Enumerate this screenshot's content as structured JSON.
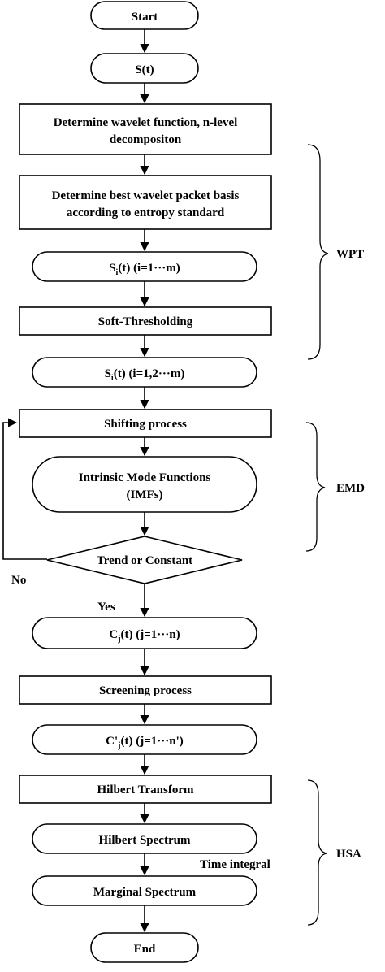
{
  "nodes": {
    "start": "Start",
    "st": "S(t)",
    "wavelet_line1": "Determine wavelet function, n-level",
    "wavelet_line2": "decompositon",
    "basis_line1": "Determine best wavelet packet basis",
    "basis_line2": "according to entropy standard",
    "si1_pre": "S",
    "si1_sub": "i",
    "si1_post": "(t) (i=1···m)",
    "soft": "Soft-Thresholding",
    "si2_pre": "S",
    "si2_sub": "i",
    "si2_post": "(t) (i=1,2···m)",
    "shifting": "Shifting process",
    "imf_line1": "Intrinsic Mode Functions",
    "imf_line2": "(IMFs)",
    "trend": "Trend or Constant",
    "cj_pre": "C",
    "cj_sub": "j",
    "cj_post": "(t) (j=1···n)",
    "screening": "Screening process",
    "cpj_pre": "C'",
    "cpj_sub": "j",
    "cpj_post": "(t) (j=1···n')",
    "hilbert_transform": "Hilbert Transform",
    "hilbert_spectrum": "Hilbert Spectrum",
    "marginal": "Marginal Spectrum",
    "end": "End"
  },
  "labels": {
    "no": "No",
    "yes": "Yes",
    "time_integral": "Time integral"
  },
  "groups": {
    "wpt": "WPT",
    "emd": "EMD",
    "hsa": "HSA"
  }
}
